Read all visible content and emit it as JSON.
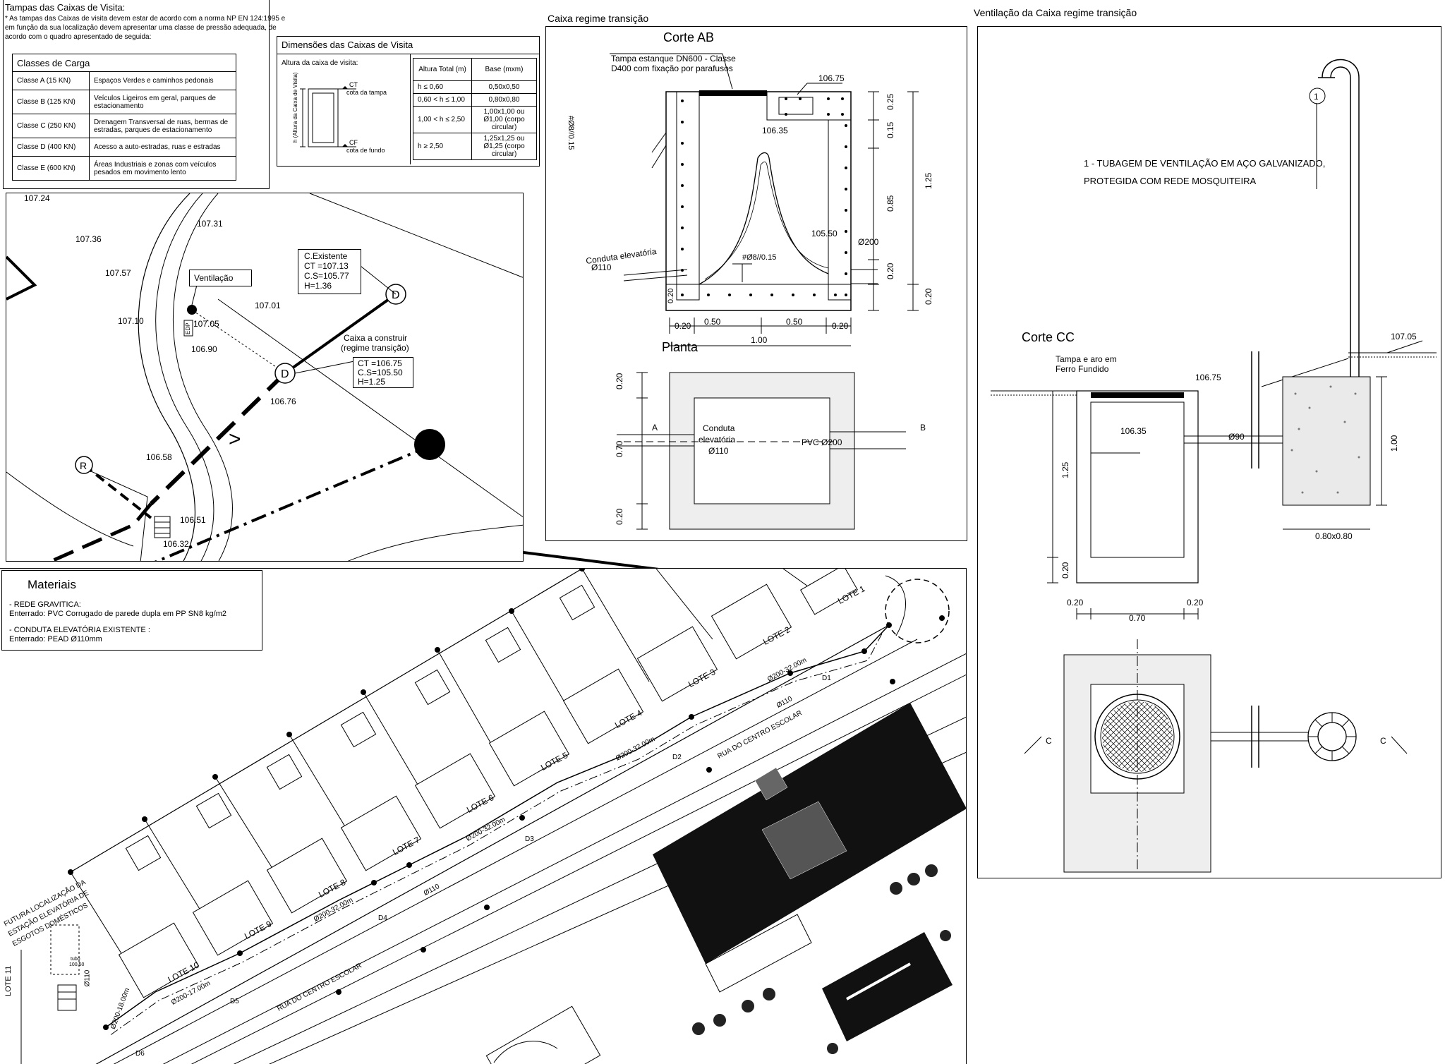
{
  "tampas": {
    "title": "Tampas das Caixas de Visita:",
    "note_lines": [
      "* As tampas das Caixas de visita devem estar de acordo com a norma NP EN 124:1995 e",
      "em função da sua localização devem apresentar uma classe de pressão adequada, de",
      "acordo com o quadro apresentado de seguida:"
    ],
    "header": "Classes de Carga",
    "rows": [
      {
        "cls": "Classe A (15 KN)",
        "desc": "Espaços Verdes e caminhos pedonais"
      },
      {
        "cls": "Classe B (125 KN)",
        "desc": "Veículos Ligeiros em geral, parques de estacionamento"
      },
      {
        "cls": "Classe C (250 KN)",
        "desc": "Drenagem Transversal de ruas, bermas de estradas, parques de estacionamento"
      },
      {
        "cls": "Classe D (400 KN)",
        "desc": "Acesso a auto-estradas, ruas e estradas"
      },
      {
        "cls": "Classe E (600 KN)",
        "desc": "Áreas Industriais e zonas com veículos pesados em movimento lento"
      }
    ]
  },
  "dimensoes": {
    "title": "Dimensões das Caixas de Visita",
    "altura_label": "Altura da caixa de visita:",
    "ct": "CT",
    "cota_tampa": "cota da tampa",
    "cf": "CF",
    "cota_fundo": "cota de fundo",
    "h_label": "h (Altura da Caixa de Visita)",
    "col1": "Altura Total (m)",
    "col2": "Base (mxm)",
    "rows": [
      {
        "h": "h ≤ 0,60",
        "base": "0,50x0,50"
      },
      {
        "h": "0,60 < h ≤ 1,00",
        "base": "0,80x0,80"
      },
      {
        "h": "1,00 < h ≤ 2,50",
        "base": "1,00x1,00 ou Ø1,00 (corpo circular)"
      },
      {
        "h": "h ≥ 2,50",
        "base": "1,25x1,25 ou Ø1,25 (corpo circular)"
      }
    ]
  },
  "detalhe": {
    "levels": [
      "107.24",
      "107.36",
      "107.31",
      "107.57",
      "107.01",
      "107.10",
      "107.05",
      "106.90",
      "106.76",
      "106.58",
      "106.51",
      "106.32"
    ],
    "ventilacao": "Ventilação",
    "existente": [
      "C.Existente",
      "CT =107.13",
      "C.S=105.77",
      "H=1.36"
    ],
    "construir": [
      "Caixa a construir",
      "(regime transição)"
    ],
    "construir_vals": [
      "CT =106.75",
      "C.S=105.50",
      "H=1.25"
    ],
    "node_d": "D",
    "node_r": "R",
    "edp": "EDP",
    "arrow": ">"
  },
  "corte_ab": {
    "frame_title": "Caixa regime transição",
    "title": "Corte AB",
    "tampa": [
      "Tampa estanque DN600 - Classe",
      "D400 com fixação por parafusos"
    ],
    "v10675": "106.75",
    "v10635": "106.35",
    "v10550": "105.50",
    "rebar_v": "#Ø8//0.15",
    "rebar_h": "#Ø8//0.15",
    "conduta": "Conduta elevatória",
    "d110": "Ø110",
    "d200": "Ø200",
    "dims_right": [
      "0.25",
      "0.15",
      "0.85",
      "0.20",
      "1.25",
      "0.20"
    ],
    "dims_bottom": [
      "0.20",
      "0.50",
      "0.50",
      "0.20",
      "1.00"
    ]
  },
  "planta": {
    "title": "Planta",
    "a": "A",
    "b": "B",
    "conduta": [
      "Conduta",
      "elevatória",
      "Ø110"
    ],
    "pvc": "PVC Ø200",
    "dims_left": [
      "0.20",
      "0.70",
      "0.20"
    ]
  },
  "ventilacao": {
    "frame_title": "Ventilação da Caixa regime transição",
    "marker": "1",
    "note": [
      "1 - TUBAGEM DE VENTILAÇÃO EM AÇO GALVANIZADO,",
      "PROTEGIDA COM REDE MOSQUITEIRA"
    ],
    "corte_cc": "Corte CC",
    "tampa": [
      "Tampa e aro em",
      "Ferro Fundido"
    ],
    "v10705": "107.05",
    "v10675": "106.75",
    "v10635": "106.35",
    "d90": "Ø90",
    "dims": [
      "1.25",
      "0.20",
      "1.00",
      "0.80x0.80",
      "0.20",
      "0.70",
      "0.20"
    ],
    "c": "C"
  },
  "materiais": {
    "title": "Materiais",
    "lines": [
      "- REDE GRAVITICA:",
      "Enterrado: PVC Corrugado de parede dupla em PP SN8  kg/m2",
      "- CONDUTA ELEVATÓRIA EXISTENTE :",
      "Enterrado: PEAD Ø110mm"
    ]
  },
  "plan": {
    "lotes": [
      "LOTE 1",
      "LOTE 2",
      "LOTE 3",
      "LOTE 4",
      "LOTE 5",
      "LOTE 6",
      "LOTE 7",
      "LOTE 8",
      "LOTE 9",
      "LOTE 10"
    ],
    "lote11": "LOTE 11",
    "rua": [
      "RUA DO CENTRO ESCOLAR",
      "RUA DO CENTRO ESCOLAR"
    ],
    "nodes": [
      "D1",
      "D2",
      "D3",
      "D4",
      "D5",
      "D6"
    ],
    "pipes": [
      "Ø200-32.00m",
      "Ø200-32.00m",
      "Ø200-32.00m",
      "Ø200-32.00m",
      "Ø200-17.00m",
      "Ø200-18.00m",
      "Ø110",
      "Ø110",
      "Ø110"
    ],
    "futura": [
      "FUTURA LOCALIZAÇÃO DA",
      "ESTAÇÃO ELEVATÓRIA DE",
      "ESGOTOS DOMÉSTICOS"
    ],
    "tubo": [
      "tubo",
      "100.50"
    ]
  }
}
